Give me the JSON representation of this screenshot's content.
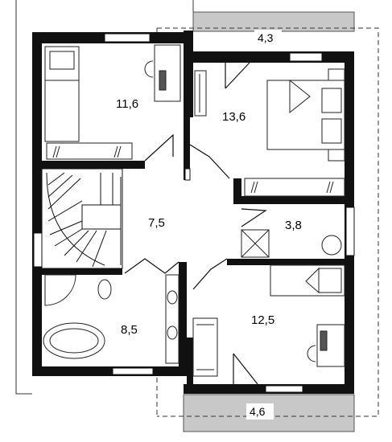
{
  "rooms": [
    {
      "id": "bedroom-nw",
      "area": "11,6"
    },
    {
      "id": "bedroom-ne",
      "area": "13,6"
    },
    {
      "id": "hall",
      "area": "7,5"
    },
    {
      "id": "wc",
      "area": "3,8"
    },
    {
      "id": "bathroom",
      "area": "8,5"
    },
    {
      "id": "bedroom-se",
      "area": "12,5"
    }
  ],
  "balconies": [
    {
      "id": "balcony-top",
      "area": "4,3"
    },
    {
      "id": "balcony-bottom",
      "area": "4,6"
    }
  ],
  "colors": {
    "wall": "#111111",
    "balcony_fill": "#c8c8c8",
    "furniture_stroke": "#222222"
  }
}
